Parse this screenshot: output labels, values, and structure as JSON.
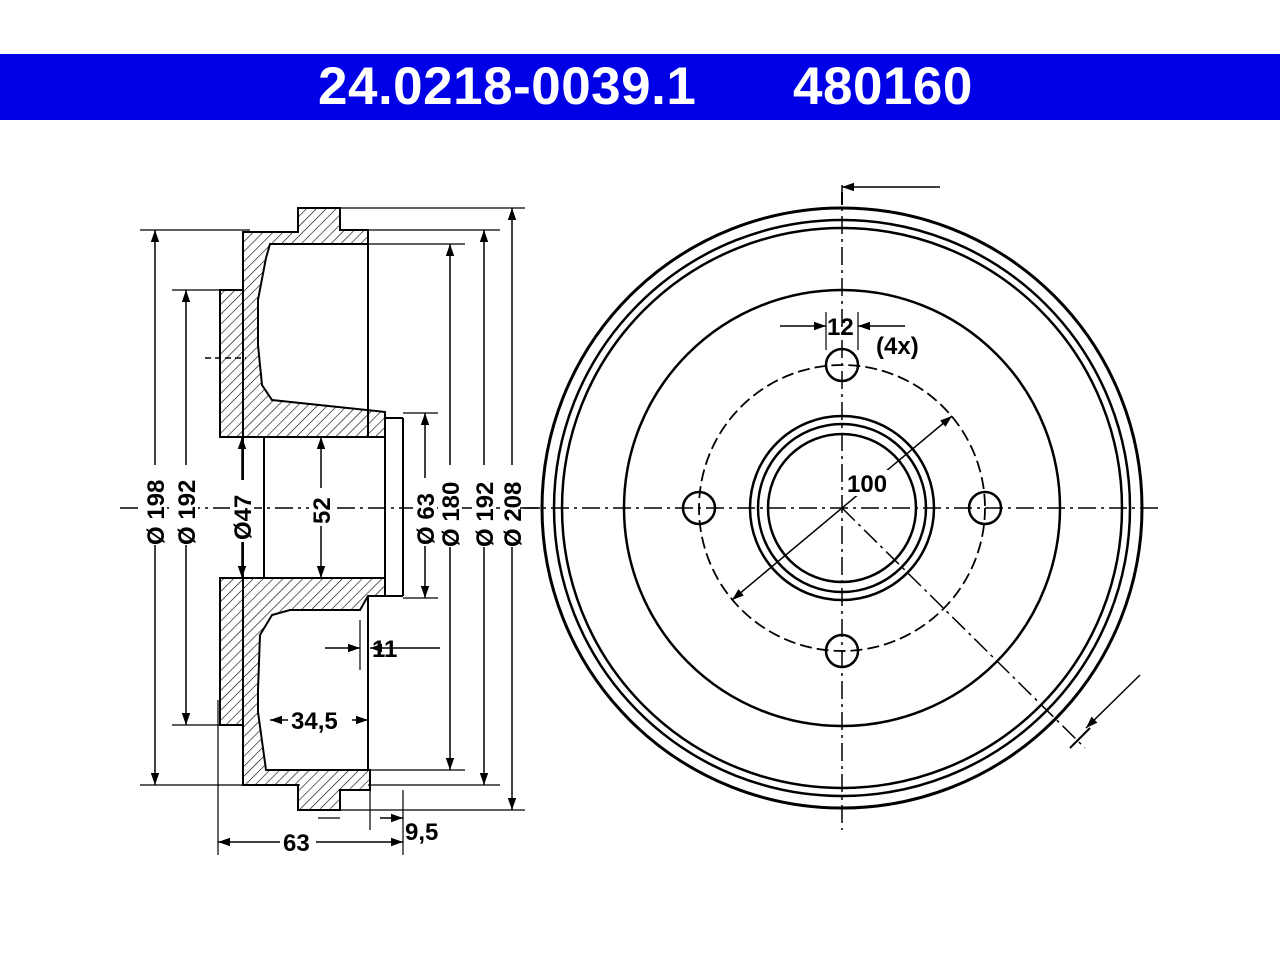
{
  "header": {
    "part_number": "24.0218-0039.1",
    "reference_number": "480160",
    "background_color": "#0000e6",
    "text_color": "#ffffff"
  },
  "side_view": {
    "dimensions": {
      "dia_198": "Ø 198",
      "dia_192_left": "Ø 192",
      "dia_47": "Ø47",
      "len_52": "52",
      "dia_63": "Ø 63",
      "dia_180": "Ø 180",
      "dia_192_right": "Ø 192",
      "dia_208": "Ø 208",
      "len_11": "11",
      "len_34_5": "34,5",
      "len_63": "63",
      "len_9_5": "9,5"
    }
  },
  "front_view": {
    "dimensions": {
      "hole_dia": "12",
      "hole_count": "(4x)",
      "bolt_circle": "100"
    }
  }
}
